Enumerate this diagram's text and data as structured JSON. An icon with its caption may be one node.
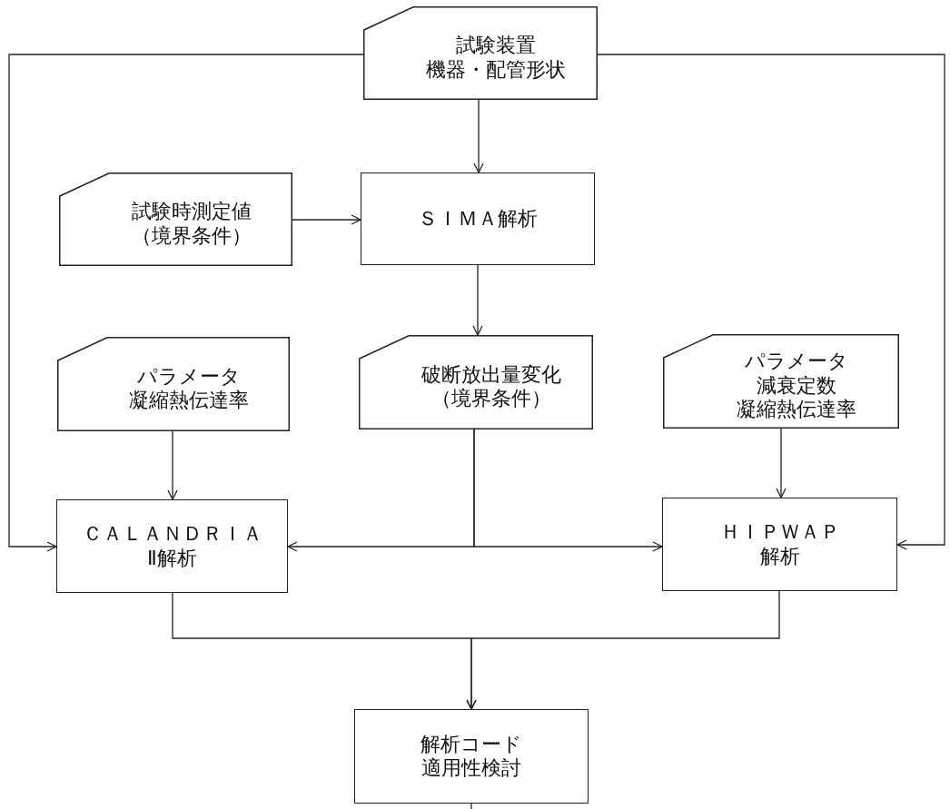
{
  "diagram": {
    "nodes": [
      {
        "text": [
          "試験装置",
          "機器・配管形状"
        ]
      },
      {
        "text": [
          "試験時測定値",
          "（境界条件）"
        ]
      },
      {
        "text": [
          "ＳＩＭＡ解析"
        ]
      },
      {
        "text": [
          "パラメータ",
          "凝縮熱伝達率"
        ]
      },
      {
        "text": [
          "破断放出量変化",
          "（境界条件）"
        ]
      },
      {
        "text": [
          "パラメータ",
          "減衰定数",
          "凝縮熱伝達率"
        ]
      },
      {
        "text": [
          "ＣＡＬＡＮＤＲＩＡ",
          "Ⅱ解析"
        ]
      },
      {
        "text": [
          "ＨＩＰＷＡＰ",
          "解析"
        ]
      },
      {
        "text": [
          "解析コード",
          "適用性検討"
        ]
      }
    ],
    "edges": [
      {
        "from": 0,
        "to": 2,
        "arrow": "to"
      },
      {
        "from": 1,
        "to": 2,
        "arrow": "to"
      },
      {
        "from": 2,
        "to": 4,
        "arrow": "to"
      },
      {
        "from": 0,
        "to": 6,
        "arrow": "to"
      },
      {
        "from": 0,
        "to": 7,
        "arrow": "to"
      },
      {
        "from": 3,
        "to": 6,
        "arrow": "to"
      },
      {
        "from": 5,
        "to": 7,
        "arrow": "to"
      },
      {
        "from": 4,
        "to": 6,
        "arrow": "to"
      },
      {
        "from": 4,
        "to": 7,
        "arrow": "to"
      },
      {
        "from": 6,
        "to": 8,
        "arrow": "to"
      },
      {
        "from": 7,
        "to": 8,
        "arrow": "to"
      },
      {
        "from": 8,
        "to": null,
        "arrow": "none"
      }
    ]
  }
}
